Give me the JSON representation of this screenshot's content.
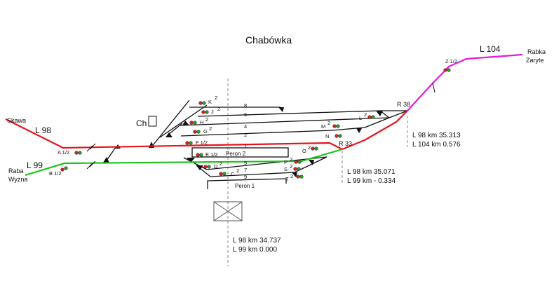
{
  "title": "Chabówka",
  "lines": {
    "l98": "L 98",
    "l99": "L 99",
    "l104": "L 104"
  },
  "places": {
    "skawa": "Skawa",
    "raba": "Raba",
    "wyzna": "Wyżna",
    "rabka": "Rabka",
    "zaryte": "Zaryte"
  },
  "junctions": {
    "r38": "R 38",
    "r33": "R 33"
  },
  "tracks": [
    "8",
    "6",
    "4",
    "2",
    "1",
    "5",
    "7",
    "9"
  ],
  "signals": {
    "a": "A 1/2",
    "b": "B 1/2",
    "k": "K",
    "j": "J",
    "h": "H",
    "g": "G",
    "f": "F 1/2",
    "e": "E 1/2",
    "d": "D",
    "c": "C",
    "l": "L",
    "m": "M",
    "n": "N",
    "o": "O",
    "p": "P",
    "s": "S",
    "t": "T",
    "z": "Z 1/2",
    "sup": "2"
  },
  "platforms": {
    "p1": "Peron 1",
    "p2": "Peron 2"
  },
  "building": "Ch",
  "kilometrage": {
    "r38_a": "L  98 km 35.313",
    "r38_b": "L 104 km   0.576",
    "r33_a": "L 98 km 35.071",
    "r33_b": "L 99 km - 0.334",
    "st_a": "L 98 km 34.737",
    "st_b": "L 99 km   0.000"
  },
  "colors": {
    "l98": "#e8141b",
    "l99": "#19c419",
    "l104": "#e619e0",
    "track": "#111111",
    "signal_red": "#d9231f",
    "signal_green": "#2aa02a"
  }
}
